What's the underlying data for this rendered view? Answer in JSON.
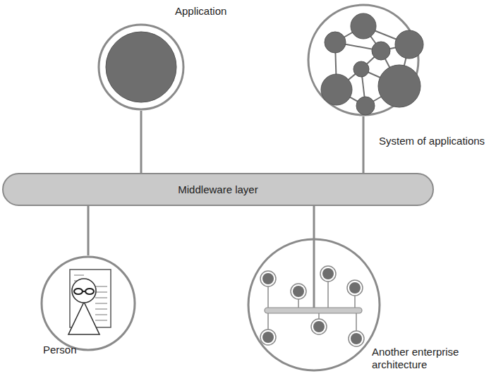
{
  "diagram": {
    "nodes": [
      {
        "text": [
          "Application"
        ]
      },
      {
        "text": [
          "System of applications"
        ]
      },
      {
        "text": [
          "Middleware layer"
        ]
      },
      {
        "text": [
          "Person"
        ]
      },
      {
        "text": [
          "Another enterprise architecture"
        ]
      }
    ],
    "edges": [
      {
        "from": 0,
        "to": 2,
        "arrow": "none"
      },
      {
        "from": 1,
        "to": 2,
        "arrow": "none"
      },
      {
        "from": 2,
        "to": 3,
        "arrow": "none"
      },
      {
        "from": 2,
        "to": 4,
        "arrow": "none"
      }
    ]
  }
}
